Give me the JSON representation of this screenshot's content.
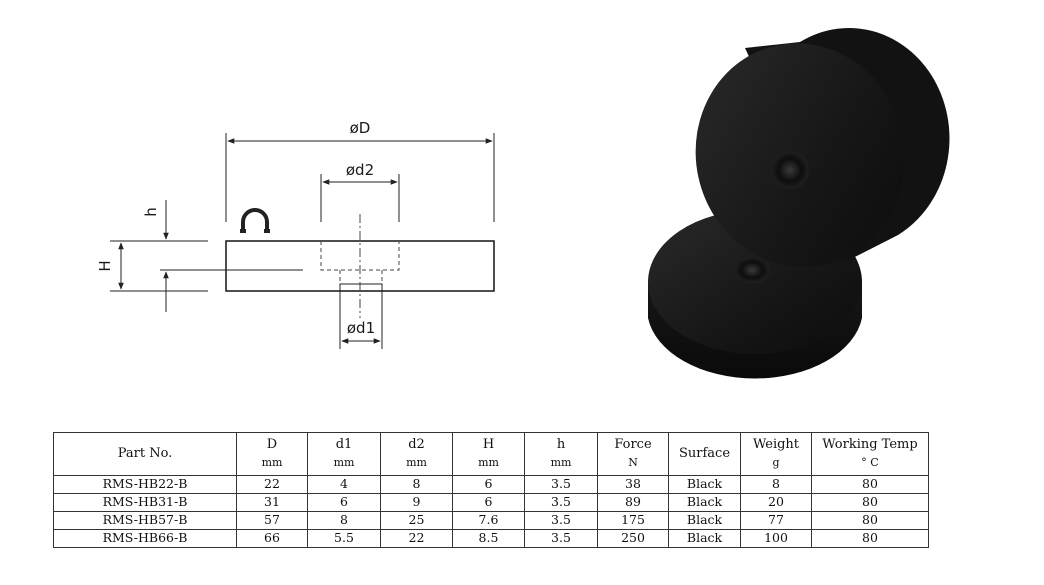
{
  "diagram": {
    "label_outer_diameter": "øD",
    "label_counterbore_diameter": "ød2",
    "label_hole_diameter": "ød1",
    "label_total_height": "H",
    "label_counterbore_depth": "h"
  },
  "table": {
    "headers": [
      {
        "name": "Part No.",
        "unit": ""
      },
      {
        "name": "D",
        "unit": "mm"
      },
      {
        "name": "d1",
        "unit": "mm"
      },
      {
        "name": "d2",
        "unit": "mm"
      },
      {
        "name": "H",
        "unit": "mm"
      },
      {
        "name": "h",
        "unit": "mm"
      },
      {
        "name": "Force",
        "unit": "N"
      },
      {
        "name": "Surface",
        "unit": ""
      },
      {
        "name": "Weight",
        "unit": "g"
      },
      {
        "name": "Working Temp",
        "unit": "° C"
      }
    ],
    "rows": [
      [
        "RMS-HB22-B",
        "22",
        "4",
        "8",
        "6",
        "3.5",
        "38",
        "Black",
        "8",
        "80"
      ],
      [
        "RMS-HB31-B",
        "31",
        "6",
        "9",
        "6",
        "3.5",
        "89",
        "Black",
        "20",
        "80"
      ],
      [
        "RMS-HB57-B",
        "57",
        "8",
        "25",
        "7.6",
        "3.5",
        "175",
        "Black",
        "77",
        "80"
      ],
      [
        "RMS-HB66-B",
        "66",
        "5.5",
        "22",
        "8.5",
        "3.5",
        "250",
        "Black",
        "100",
        "80"
      ]
    ]
  },
  "colors": {
    "magnet_body": "#1b1b1b",
    "line": "#222222"
  },
  "icons": {
    "magnet_symbol": "horseshoe-magnet-icon"
  }
}
